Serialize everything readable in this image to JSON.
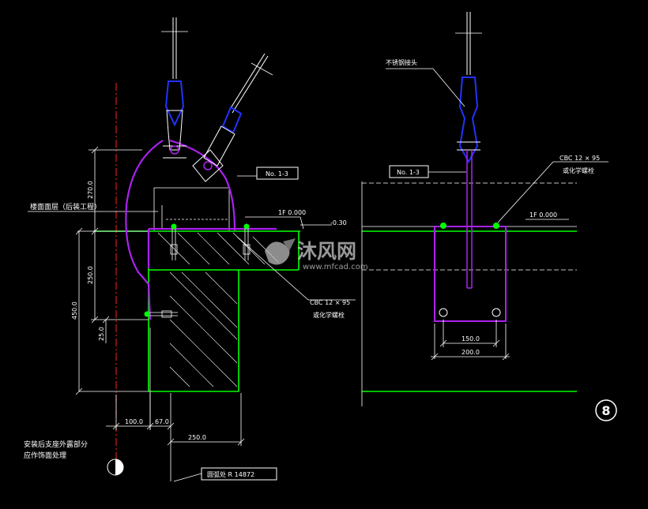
{
  "labels": {
    "stainless_joint": "不锈钢接头",
    "floor_finish": "楼面面层（后装工程）",
    "elev_left": "1F 0.000",
    "elev_right": "1F 0.000",
    "elev_minus": "-0.30",
    "detail_ref_left": "No. 1-3",
    "detail_ref_right": "No. 1-3",
    "bolt_spec_left": "CBC  12 ×  95",
    "bolt_name_left": "或化学螺栓",
    "bolt_spec_right": "CBC  12 ×  95",
    "bolt_name_right": "或化学螺栓",
    "note_line1": "安装后支座外露部分",
    "note_line2": "应作饰面处理",
    "arc_label": "圆弧处 R 14872",
    "detail_number": "8"
  },
  "dimensions": {
    "v_top": "270.0",
    "v_mid": "250.0",
    "v_total": "450.0",
    "v_small": "25.0",
    "h_100": "100.0",
    "h_67": "67.0",
    "h_250": "250.0",
    "h_150": "150.0",
    "h_200": "200.0"
  },
  "watermark": {
    "brand": "沐风网",
    "url": "www.mfcad.com"
  },
  "colors": {
    "background": "#000000",
    "line": "#ffffff",
    "structure": "#00ff00",
    "bracket": "#aa22ee",
    "joint": "#2233ff",
    "axis": "#ff2020"
  }
}
